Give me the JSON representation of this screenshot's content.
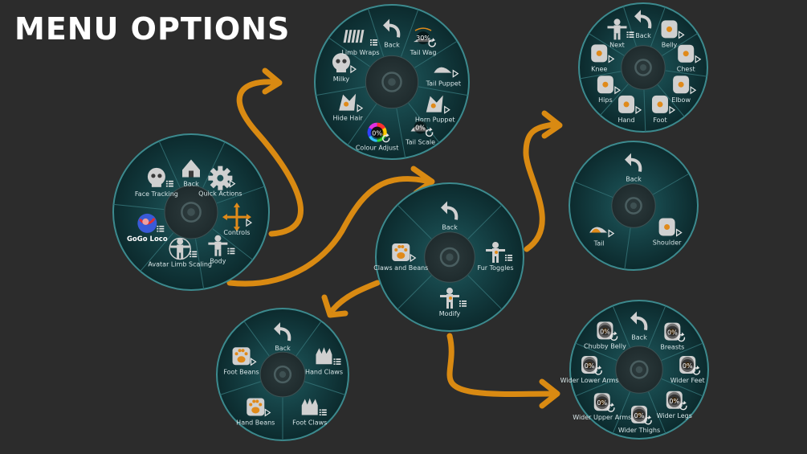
{
  "title": "MENU OPTIONS",
  "colors": {
    "background": "#2c2c2c",
    "menu_fill_outer": "#0f3134",
    "menu_fill_inner": "#1b4e52",
    "menu_rim": "#3c8a8e",
    "arrow": "#d98a12",
    "icon_light": "#d0d0d0",
    "icon_accent": "#e08a1a"
  },
  "menus": [
    {
      "id": "main",
      "items": [
        {
          "label": "Back",
          "icon": "home-icon"
        },
        {
          "label": "Quick Actions",
          "icon": "gear-icon"
        },
        {
          "label": "Controls",
          "icon": "move-arrows-icon"
        },
        {
          "label": "Body",
          "icon": "body-figure-icon"
        },
        {
          "label": "Avatar Limb Scaling",
          "icon": "limb-figure-icon"
        },
        {
          "label": "GoGo Loco",
          "icon": "gogo-loco-icon",
          "bold": true
        },
        {
          "label": "Face Tracking",
          "icon": "face-tracking-icon"
        }
      ]
    },
    {
      "id": "toggles-top",
      "items": [
        {
          "label": "Back",
          "icon": "back-arrow-icon"
        },
        {
          "label": "Tail Wag",
          "icon": "tail-wag-icon",
          "value": "30%"
        },
        {
          "label": "Tail Puppet",
          "icon": "tail-puppet-icon"
        },
        {
          "label": "Horn Puppet",
          "icon": "horn-puppet-icon"
        },
        {
          "label": "Tail Scale",
          "icon": "tail-scale-icon",
          "value": "0%"
        },
        {
          "label": "Colour Adjust",
          "icon": "color-wheel-icon",
          "value": "0%"
        },
        {
          "label": "Hide Hair",
          "icon": "hair-icon"
        },
        {
          "label": "Milky",
          "icon": "milky-icon"
        },
        {
          "label": "Limb Wraps",
          "icon": "limb-wraps-icon"
        }
      ]
    },
    {
      "id": "body",
      "items": [
        {
          "label": "Back",
          "icon": "back-arrow-icon"
        },
        {
          "label": "Fur Toggles",
          "icon": "fur-toggles-icon"
        },
        {
          "label": "Modify",
          "icon": "modify-figure-icon"
        },
        {
          "label": "Claws and Beans",
          "icon": "paw-icon"
        }
      ]
    },
    {
      "id": "fur-1",
      "items": [
        {
          "label": "Back",
          "icon": "back-arrow-icon"
        },
        {
          "label": "Belly",
          "icon": "belly-icon"
        },
        {
          "label": "Chest",
          "icon": "chest-icon"
        },
        {
          "label": "Elbow",
          "icon": "elbow-icon"
        },
        {
          "label": "Foot",
          "icon": "foot-icon"
        },
        {
          "label": "Hand",
          "icon": "hand-icon"
        },
        {
          "label": "Hips",
          "icon": "hips-icon"
        },
        {
          "label": "Knee",
          "icon": "knee-icon"
        },
        {
          "label": "Next",
          "icon": "next-figure-icon"
        }
      ]
    },
    {
      "id": "fur-2",
      "items": [
        {
          "label": "Back",
          "icon": "back-arrow-icon"
        },
        {
          "label": "Shoulder",
          "icon": "shoulder-icon"
        },
        {
          "label": "Tail",
          "icon": "tail-icon"
        }
      ]
    },
    {
      "id": "claws",
      "items": [
        {
          "label": "Back",
          "icon": "back-arrow-icon"
        },
        {
          "label": "Hand Claws",
          "icon": "hand-claws-icon"
        },
        {
          "label": "Foot Claws",
          "icon": "foot-claws-icon"
        },
        {
          "label": "Hand Beans",
          "icon": "hand-beans-icon"
        },
        {
          "label": "Foot Beans",
          "icon": "foot-beans-icon"
        }
      ]
    },
    {
      "id": "modify",
      "items": [
        {
          "label": "Back",
          "icon": "back-arrow-icon"
        },
        {
          "label": "Breasts",
          "icon": "breasts-icon",
          "value": "0%"
        },
        {
          "label": "Wider Feet",
          "icon": "wider-feet-icon",
          "value": "0%"
        },
        {
          "label": "Wider Legs",
          "icon": "wider-legs-icon",
          "value": "0%"
        },
        {
          "label": "Wider Thighs",
          "icon": "wider-thighs-icon",
          "value": "0%"
        },
        {
          "label": "Wider Upper Arms",
          "icon": "wider-upper-arms-icon",
          "value": "0%"
        },
        {
          "label": "Wider Lower Arms",
          "icon": "wider-lower-arms-icon",
          "value": "0%"
        },
        {
          "label": "Chubby Belly",
          "icon": "chubby-belly-icon",
          "value": "0%"
        }
      ]
    }
  ]
}
